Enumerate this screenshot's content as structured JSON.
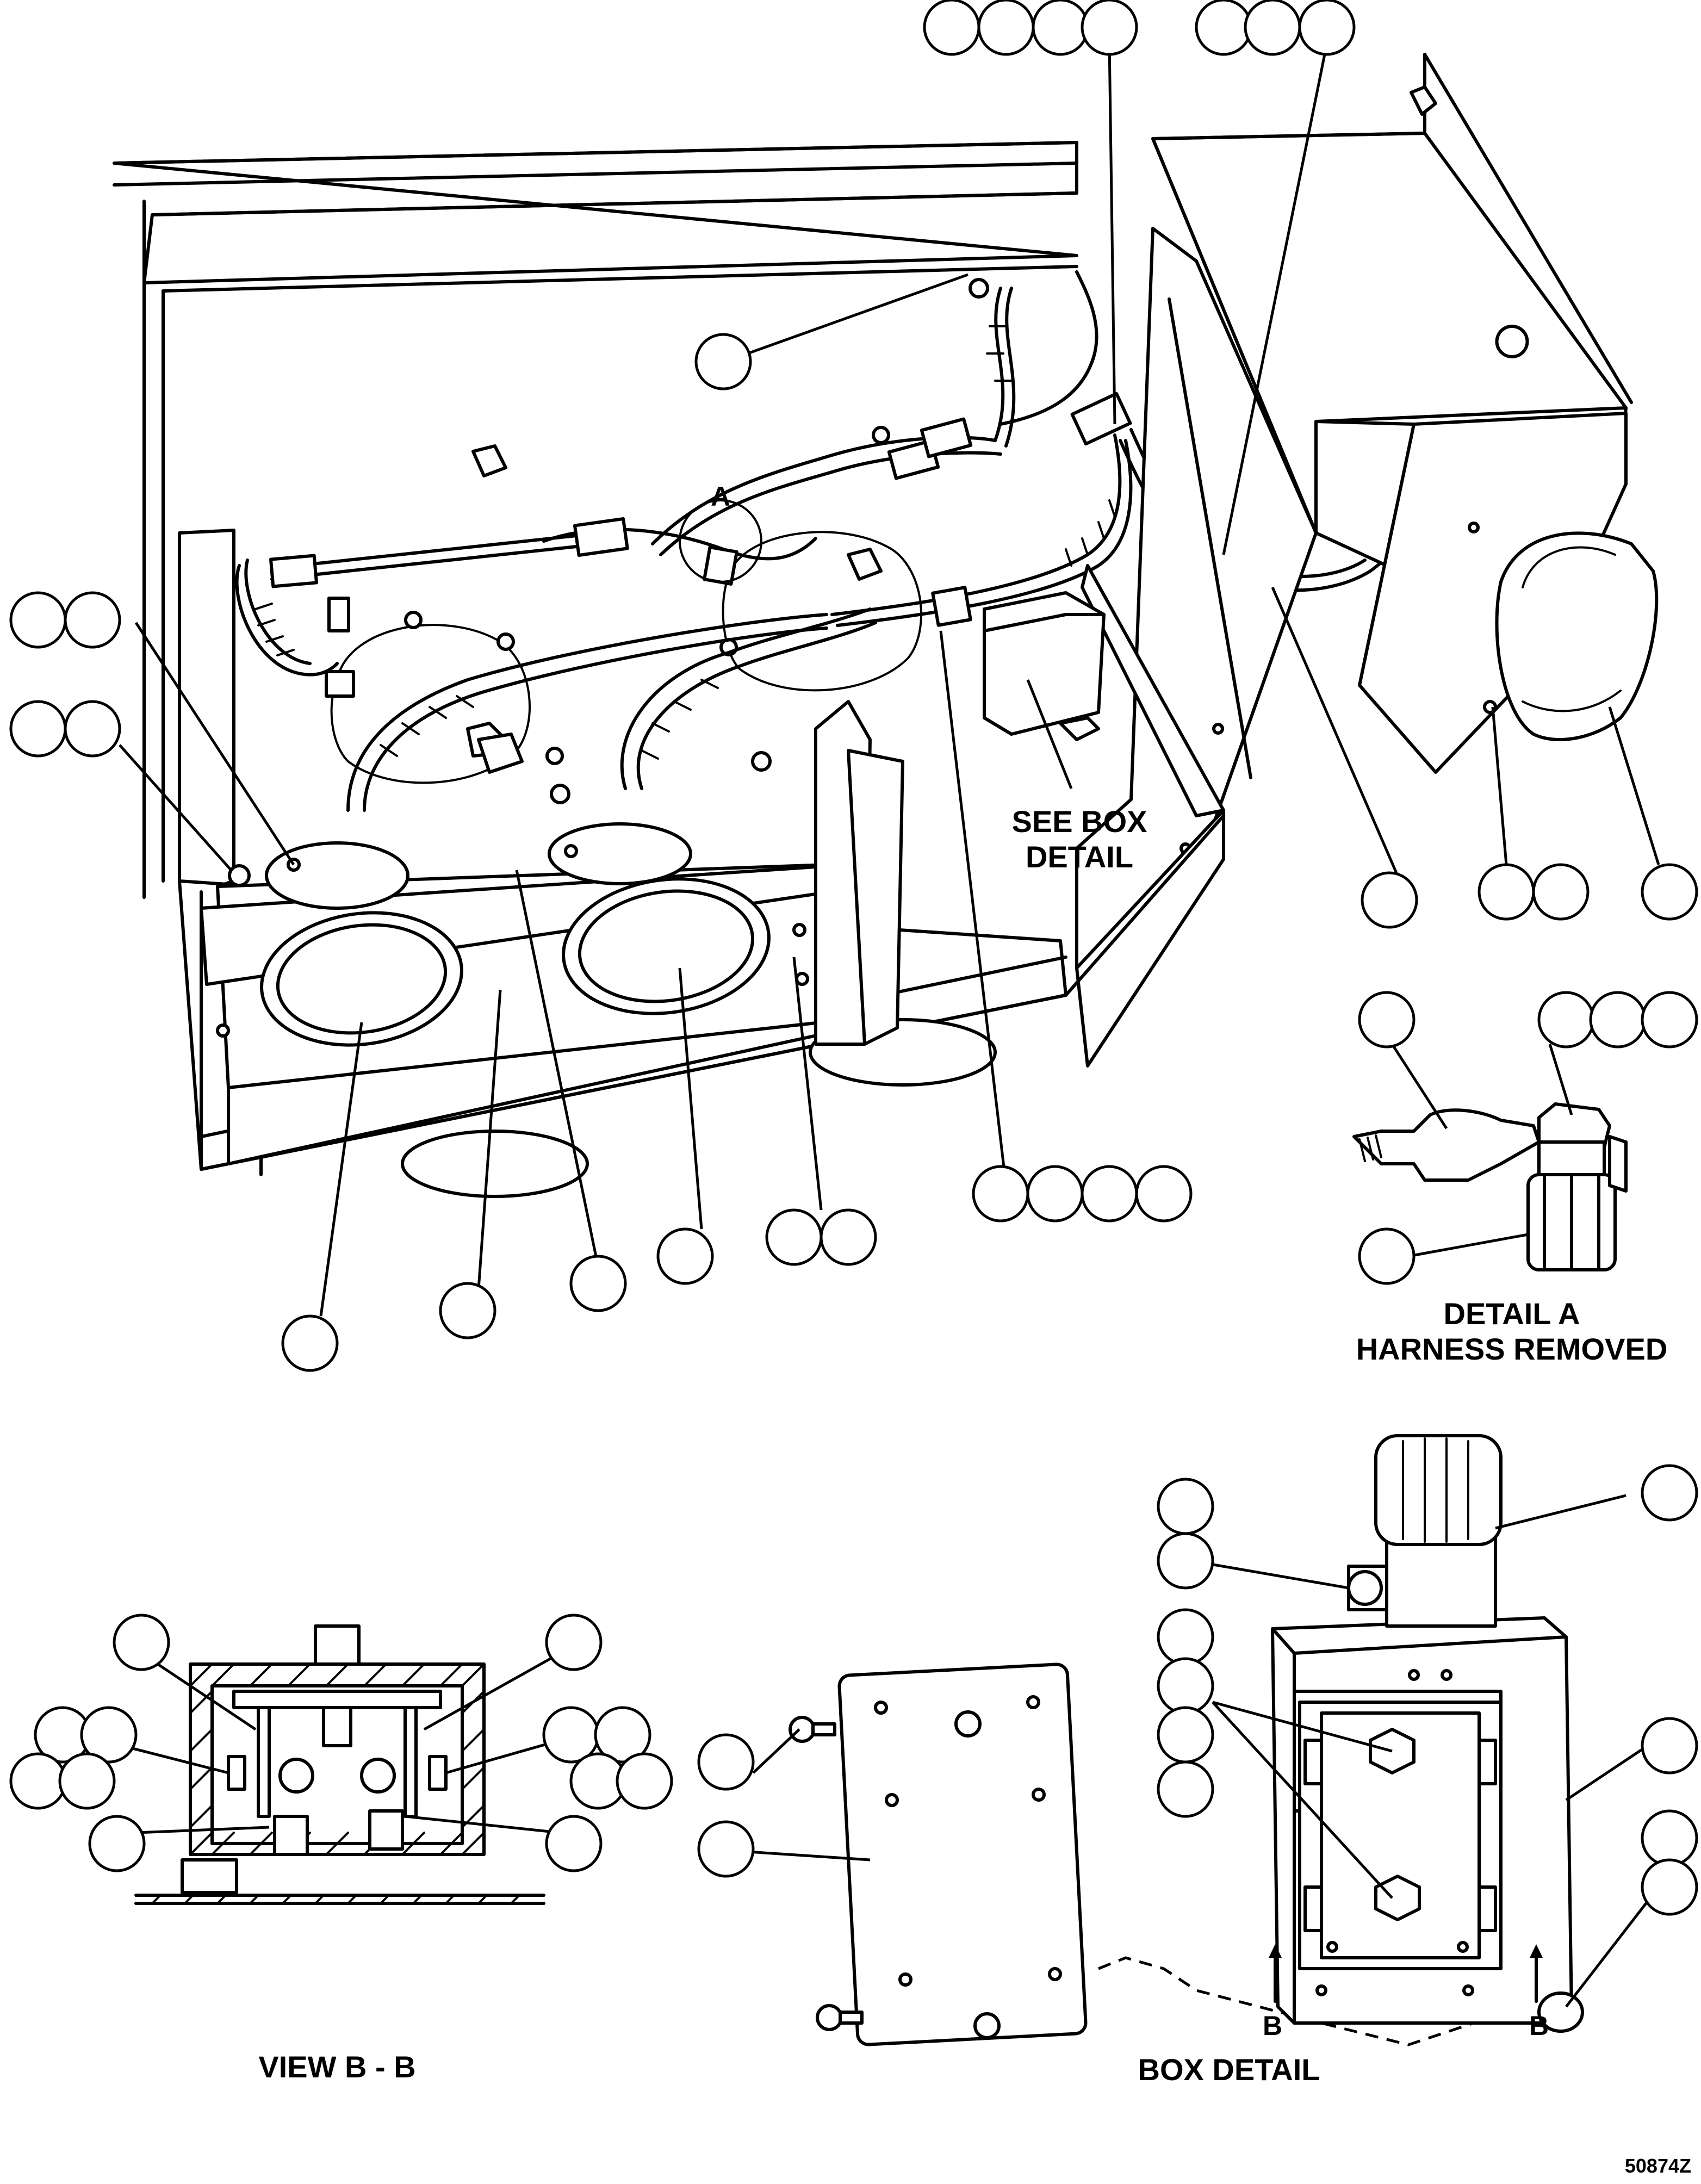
{
  "labels": {
    "see_box_detail_1": "SEE BOX",
    "see_box_detail_2": "DETAIL",
    "detail_a_1": "DETAIL A",
    "detail_a_2": "HARNESS REMOVED",
    "view_bb": "VIEW B - B",
    "box_detail": "BOX DETAIL",
    "detail_marker": "A",
    "section_marker_left": "B",
    "section_marker_right": "B",
    "drawing_number": "50874Z"
  }
}
